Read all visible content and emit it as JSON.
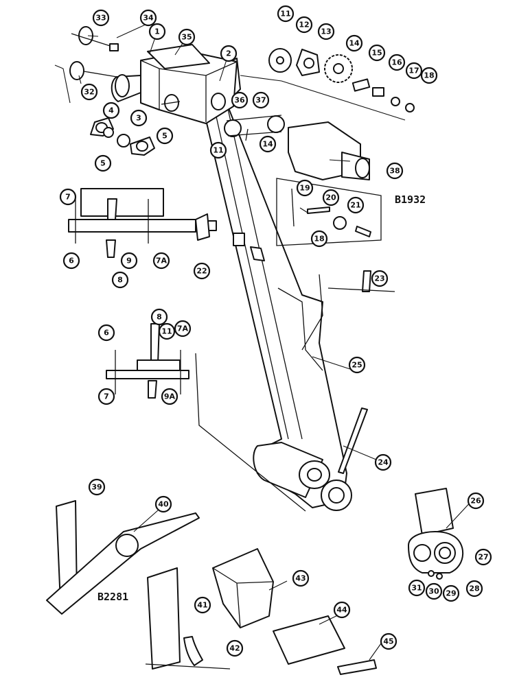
{
  "diagram": {
    "references": {
      "upper": "B1932",
      "lower": "B2281"
    },
    "callouts": [
      {
        "label": "33"
      },
      {
        "label": "34"
      },
      {
        "label": "1"
      },
      {
        "label": "35"
      },
      {
        "label": "2"
      },
      {
        "label": "32"
      },
      {
        "label": "11"
      },
      {
        "label": "12"
      },
      {
        "label": "13"
      },
      {
        "label": "14"
      },
      {
        "label": "15"
      },
      {
        "label": "16"
      },
      {
        "label": "17"
      },
      {
        "label": "18"
      },
      {
        "label": "4"
      },
      {
        "label": "3"
      },
      {
        "label": "5"
      },
      {
        "label": "5"
      },
      {
        "label": "36"
      },
      {
        "label": "37"
      },
      {
        "label": "11"
      },
      {
        "label": "14"
      },
      {
        "label": "38"
      },
      {
        "label": "19"
      },
      {
        "label": "20"
      },
      {
        "label": "21"
      },
      {
        "label": "18"
      },
      {
        "label": "7"
      },
      {
        "label": "6"
      },
      {
        "label": "9"
      },
      {
        "label": "7A"
      },
      {
        "label": "8"
      },
      {
        "label": "22"
      },
      {
        "label": "23"
      },
      {
        "label": "8"
      },
      {
        "label": "11"
      },
      {
        "label": "7A"
      },
      {
        "label": "6"
      },
      {
        "label": "25"
      },
      {
        "label": "7"
      },
      {
        "label": "9A"
      },
      {
        "label": "24"
      },
      {
        "label": "39"
      },
      {
        "label": "40"
      },
      {
        "label": "26"
      },
      {
        "label": "27"
      },
      {
        "label": "31"
      },
      {
        "label": "30"
      },
      {
        "label": "29"
      },
      {
        "label": "28"
      },
      {
        "label": "43"
      },
      {
        "label": "41"
      },
      {
        "label": "42"
      },
      {
        "label": "44"
      },
      {
        "label": "45"
      }
    ]
  }
}
